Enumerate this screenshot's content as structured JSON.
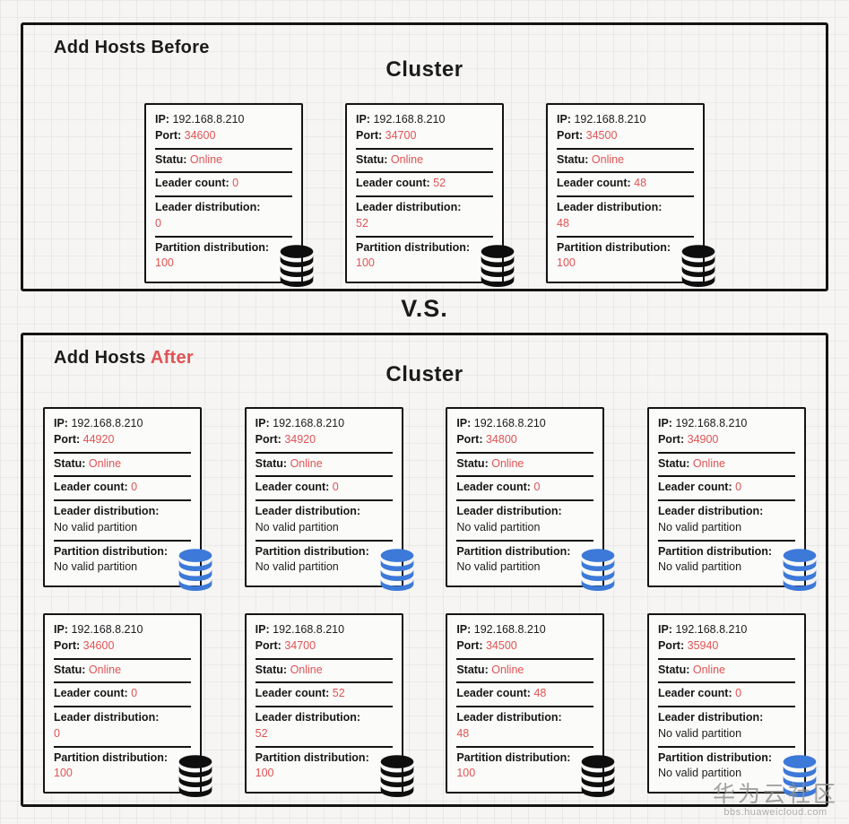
{
  "vs_label": "V.S.",
  "watermark": {
    "line1": "华为云社区",
    "line2": "bbs.huaweicloud.com"
  },
  "colors": {
    "accent_red": "#e05353",
    "db_black": "#0e0e0e",
    "db_blue": "#3c79d8"
  },
  "no_partition_text": "No valid partition",
  "labels": {
    "ip": "IP:",
    "port": "Port:",
    "status": "Statu:",
    "leader_count": "Leader count:",
    "leader_distribution": "Leader distribution:",
    "partition_distribution": "Partition distribution:"
  },
  "before": {
    "title": "Add Hosts Before",
    "cluster_heading": "Cluster",
    "hosts": [
      {
        "ip": "192.168.8.210",
        "port": "34600",
        "status": "Online",
        "leader_count": "0",
        "leader_distribution": "0",
        "partition_distribution": "100",
        "disk": "black"
      },
      {
        "ip": "192.168.8.210",
        "port": "34700",
        "status": "Online",
        "leader_count": "52",
        "leader_distribution": "52",
        "partition_distribution": "100",
        "disk": "black"
      },
      {
        "ip": "192.168.8.210",
        "port": "34500",
        "status": "Online",
        "leader_count": "48",
        "leader_distribution": "48",
        "partition_distribution": "100",
        "disk": "black"
      }
    ]
  },
  "after": {
    "title_prefix": "Add Hosts ",
    "title_highlight": "After",
    "cluster_heading": "Cluster",
    "rows": [
      [
        {
          "ip": "192.168.8.210",
          "port": "44920",
          "status": "Online",
          "leader_count": "0",
          "leader_distribution": "No valid partition",
          "partition_distribution": "No valid partition",
          "disk": "blue"
        },
        {
          "ip": "192.168.8.210",
          "port": "34920",
          "status": "Online",
          "leader_count": "0",
          "leader_distribution": "No valid partition",
          "partition_distribution": "No valid partition",
          "disk": "blue"
        },
        {
          "ip": "192.168.8.210",
          "port": "34800",
          "status": "Online",
          "leader_count": "0",
          "leader_distribution": "No valid partition",
          "partition_distribution": "No valid partition",
          "disk": "blue"
        },
        {
          "ip": "192.168.8.210",
          "port": "34900",
          "status": "Online",
          "leader_count": "0",
          "leader_distribution": "No valid partition",
          "partition_distribution": "No valid partition",
          "disk": "blue"
        }
      ],
      [
        {
          "ip": "192.168.8.210",
          "port": "34600",
          "status": "Online",
          "leader_count": "0",
          "leader_distribution": "0",
          "partition_distribution": "100",
          "disk": "black"
        },
        {
          "ip": "192.168.8.210",
          "port": "34700",
          "status": "Online",
          "leader_count": "52",
          "leader_distribution": "52",
          "partition_distribution": "100",
          "disk": "black"
        },
        {
          "ip": "192.168.8.210",
          "port": "34500",
          "status": "Online",
          "leader_count": "48",
          "leader_distribution": "48",
          "partition_distribution": "100",
          "disk": "black"
        },
        {
          "ip": "192.168.8.210",
          "port": "35940",
          "status": "Online",
          "leader_count": "0",
          "leader_distribution": "No valid partition",
          "partition_distribution": "No valid partition",
          "disk": "blue"
        }
      ]
    ]
  }
}
